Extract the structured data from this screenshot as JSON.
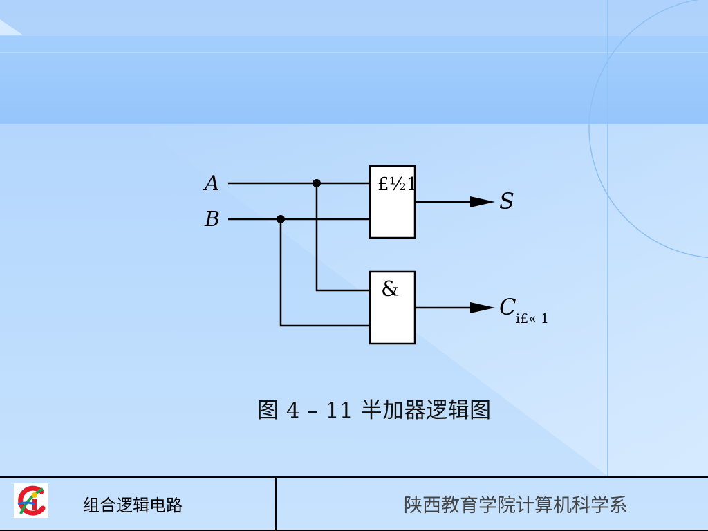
{
  "diagram": {
    "input_a": "A",
    "input_b": "B",
    "gate_xor_symbol": "£½1",
    "gate_and_symbol": "&",
    "output_s": "S",
    "output_c": "C",
    "output_c_subscript": "i£« 1"
  },
  "caption": "图 4 – 11  半加器逻辑图",
  "footer": {
    "chapter_title": "组合逻辑电路",
    "institution": "陕西教育学院计算机科学系"
  },
  "colors": {
    "background": "#b9dafd",
    "header_band": "#9fcbfd",
    "wire": "#000000"
  },
  "icons": {
    "logo": "college-logo-icon"
  }
}
